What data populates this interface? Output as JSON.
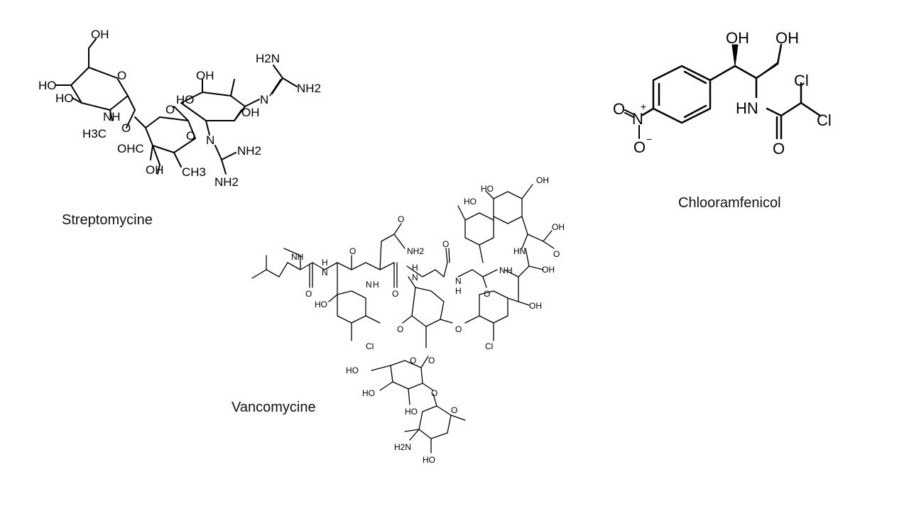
{
  "slide": {
    "molecules": [
      {
        "id": "streptomycine",
        "caption": "Streptomycine"
      },
      {
        "id": "chloramphenicol",
        "caption": "Chlooramfenicol"
      },
      {
        "id": "vancomycine",
        "caption": "Vancomycine"
      }
    ]
  },
  "atoms": {
    "strep": {
      "oh_top": "OH",
      "ho_left": "HO",
      "ho_left2": "HO",
      "nh": "NH",
      "h3c": "H3C",
      "o_glyco1": "O",
      "o_ring1": "O",
      "o_ring2": "O",
      "o_glyco2": "O",
      "ho_mid": "HO",
      "oh_mid": "OH",
      "oh_right": "OH",
      "n_guan1": "N",
      "h2n_top": "H2N",
      "nh2_top": "NH2",
      "n_guan2": "N",
      "nh2_mid": "NH2",
      "nh2_bot": "NH2",
      "ohc": "OHC",
      "oh_bot": "OH",
      "ch3": "CH3"
    },
    "chlor": {
      "oh1": "OH",
      "oh2": "OH",
      "cl1": "Cl",
      "cl2": "Cl",
      "hn": "HN",
      "o_carbonyl": "O",
      "o_nitro1": "O",
      "n_nitro": "N",
      "o_nitro2": "O",
      "plus": "+",
      "minus": "−"
    },
    "vanc": {
      "nh_me": "NH",
      "n1": "N",
      "h1": "H",
      "o1": "O",
      "ho1": "HO",
      "n2": "N",
      "h2": "H",
      "o2": "O",
      "o_amide": "O",
      "nh2": "NH2",
      "n3": "N",
      "h3": "H",
      "o3": "O",
      "n4": "N",
      "h4": "H",
      "o4": "O",
      "n5": "N",
      "h5": "H",
      "hn": "HN",
      "o5": "O",
      "oh_cooh": "OH",
      "o_cooh": "O",
      "oh_benz": "OH",
      "ho_top": "HO",
      "ho_top2": "HO",
      "oh_top": "OH",
      "cl1": "Cl",
      "cl2": "Cl",
      "o_eth1": "O",
      "o_eth2": "O",
      "o_gly": "O",
      "o_sug1": "O",
      "ho_sug1": "HO",
      "ho_sug2": "HO",
      "ho_sug3": "HO",
      "o_sug2": "O",
      "o_sug3": "O",
      "h2n_sug": "H2N",
      "ho_sug4": "HO",
      "oh_benz2": "OH"
    }
  }
}
